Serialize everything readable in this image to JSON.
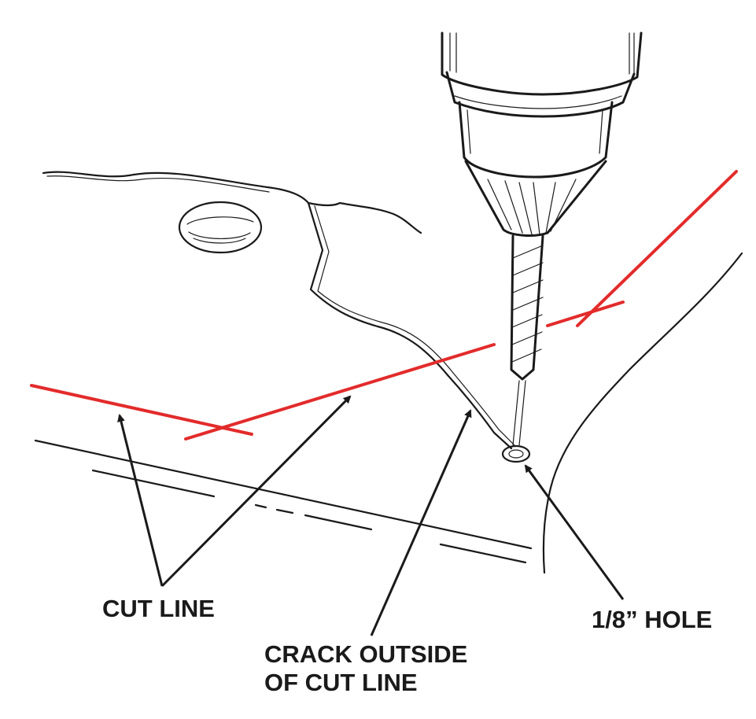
{
  "labels": {
    "cut_line": "CUT LINE",
    "crack_line1": "CRACK OUTSIDE",
    "crack_line2": "OF CUT LINE",
    "hole": "1/8” HOLE"
  },
  "colors": {
    "cut_line": "#e32b2b",
    "ink": "#1a1a1a",
    "background": "#ffffff"
  }
}
